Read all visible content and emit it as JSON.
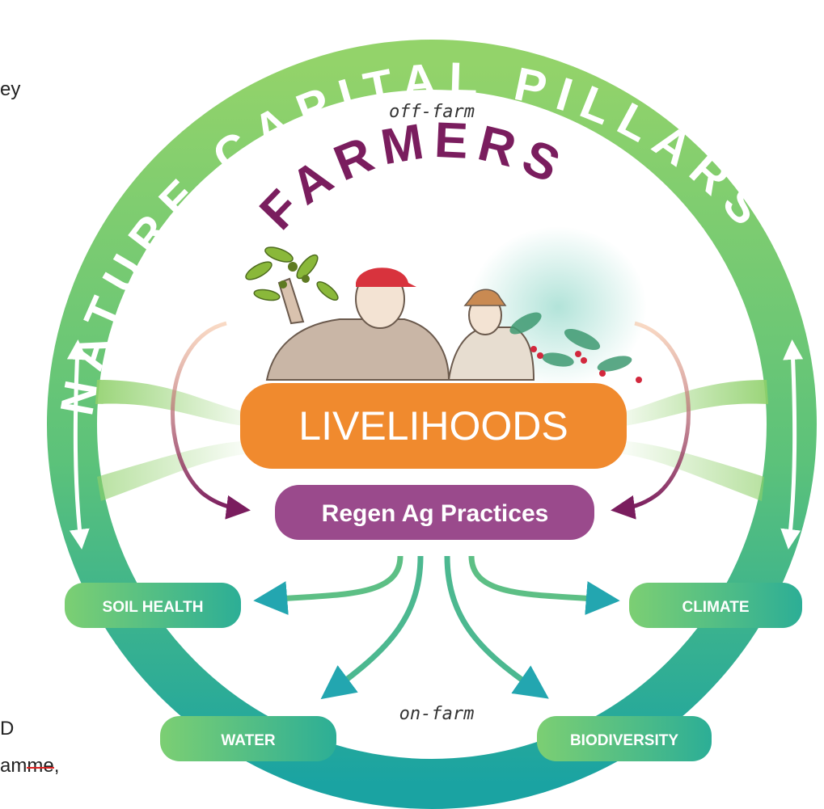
{
  "ring": {
    "title": "NATURE CAPITAL PILLARS",
    "top_label": "off-farm",
    "bottom_label": "on-farm"
  },
  "center": {
    "arc_title": "FARMERS",
    "livelihoods": "LIVELIHOODS",
    "practices": "Regen Ag Practices"
  },
  "pillars": {
    "soil": "SOIL HEALTH",
    "climate": "CLIMATE",
    "water": "WATER",
    "biodiversity": "BIODIVERSITY"
  },
  "left_fragments": {
    "top": "ey",
    "bottom_a": "D",
    "bottom_b_plain": "am",
    "bottom_b_struck": "me",
    "bottom_b_tail": ","
  },
  "colors": {
    "ring_top": "#8fd06a",
    "ring_bottom": "#1fa8a0",
    "title_text": "#ffffff",
    "farmers_text": "#7a1d5e",
    "livelihoods_bg": "#f08a2e",
    "practices_bg": "#9a4a8c",
    "arrow_teal": "#23a6b0",
    "arrow_purple": "#7a1d5e"
  }
}
